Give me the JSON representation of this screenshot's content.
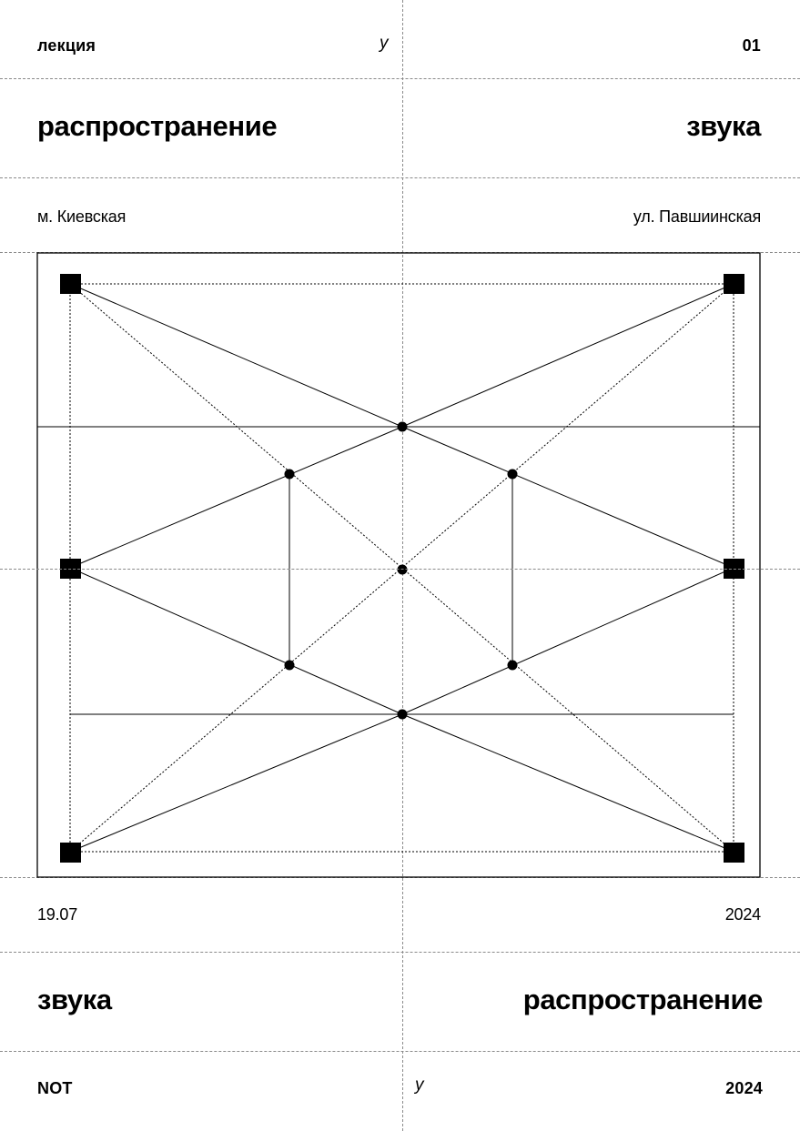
{
  "header": {
    "left": "лекция",
    "middle": "у",
    "right": "01"
  },
  "title_row_1": {
    "left": "распространение",
    "right": "звука"
  },
  "location": {
    "left": "м. Киевская",
    "right": "ул. Павшиинская"
  },
  "date_row": {
    "left": "19.07",
    "right": "2024"
  },
  "title_row_2": {
    "left": "звука",
    "right": "распространение"
  },
  "footer": {
    "left": "NOT",
    "middle": "у",
    "right": "2024"
  },
  "colors": {
    "ink": "#000000",
    "guide": "#8a8a8a",
    "background": "#ffffff"
  }
}
